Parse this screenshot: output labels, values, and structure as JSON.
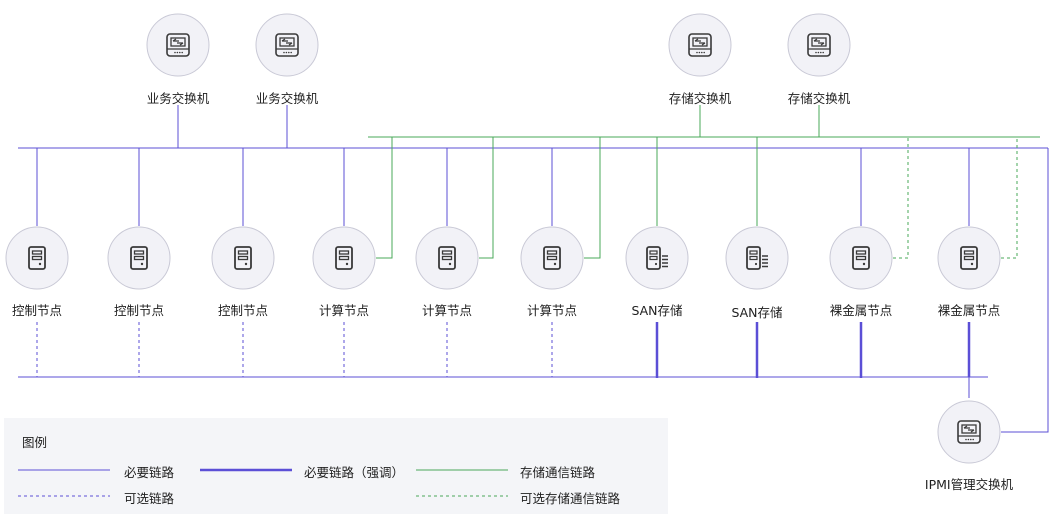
{
  "colors": {
    "required": "#5b4fd6",
    "storage": "#4aa85a",
    "icon_fill": "#f2f2f7",
    "icon_stroke": "#c9c9d6",
    "icon_glyph": "#3a3a3a"
  },
  "switches": {
    "business": [
      "业务交换机",
      "业务交换机"
    ],
    "storage": [
      "存储交换机",
      "存储交换机"
    ],
    "ipmi": "IPMI管理交换机"
  },
  "nodes": [
    {
      "label": "控制节点",
      "icon": "server-icon"
    },
    {
      "label": "控制节点",
      "icon": "server-icon"
    },
    {
      "label": "控制节点",
      "icon": "server-icon"
    },
    {
      "label": "计算节点",
      "icon": "server-icon"
    },
    {
      "label": "计算节点",
      "icon": "server-icon"
    },
    {
      "label": "计算节点",
      "icon": "server-icon"
    },
    {
      "label": "SAN存储",
      "icon": "storage-array-icon"
    },
    {
      "label": "SAN存储",
      "icon": "storage-array-icon"
    },
    {
      "label": "裸金属节点",
      "icon": "server-icon"
    },
    {
      "label": "裸金属节点",
      "icon": "server-icon"
    }
  ],
  "legend": {
    "title": "图例",
    "required": "必要链路",
    "required_bold": "必要链路（强调）",
    "storage": "存储通信链路",
    "optional": "可选链路",
    "optional_storage": "可选存储通信链路"
  }
}
